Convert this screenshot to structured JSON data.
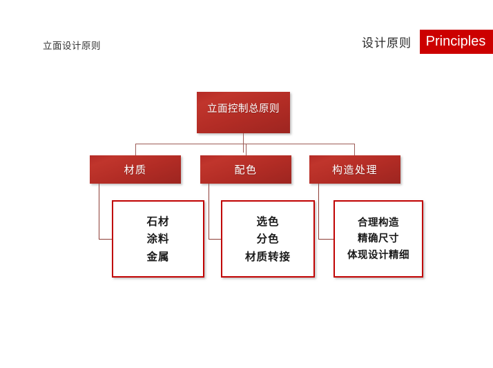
{
  "slide": {
    "title_cn": "立面设计原则",
    "header": {
      "label_cn": "设计原则",
      "badge_en": "Principles",
      "badge_color": "#CC0000"
    }
  },
  "diagram": {
    "type": "org-chart",
    "accent_color": "#b22c25",
    "leaf_border_color": "#c00000",
    "connector_color": "#9c5a55",
    "root": {
      "label": "立面控制总原则"
    },
    "branches": [
      {
        "label": "材质",
        "items": [
          "石材",
          "涂料",
          "金属"
        ]
      },
      {
        "label": "配色",
        "items": [
          "选色",
          "分色",
          "材质转接"
        ]
      },
      {
        "label": "构造处理",
        "items": [
          "合理构造",
          "精确尺寸",
          "体现设计精细"
        ]
      }
    ]
  }
}
